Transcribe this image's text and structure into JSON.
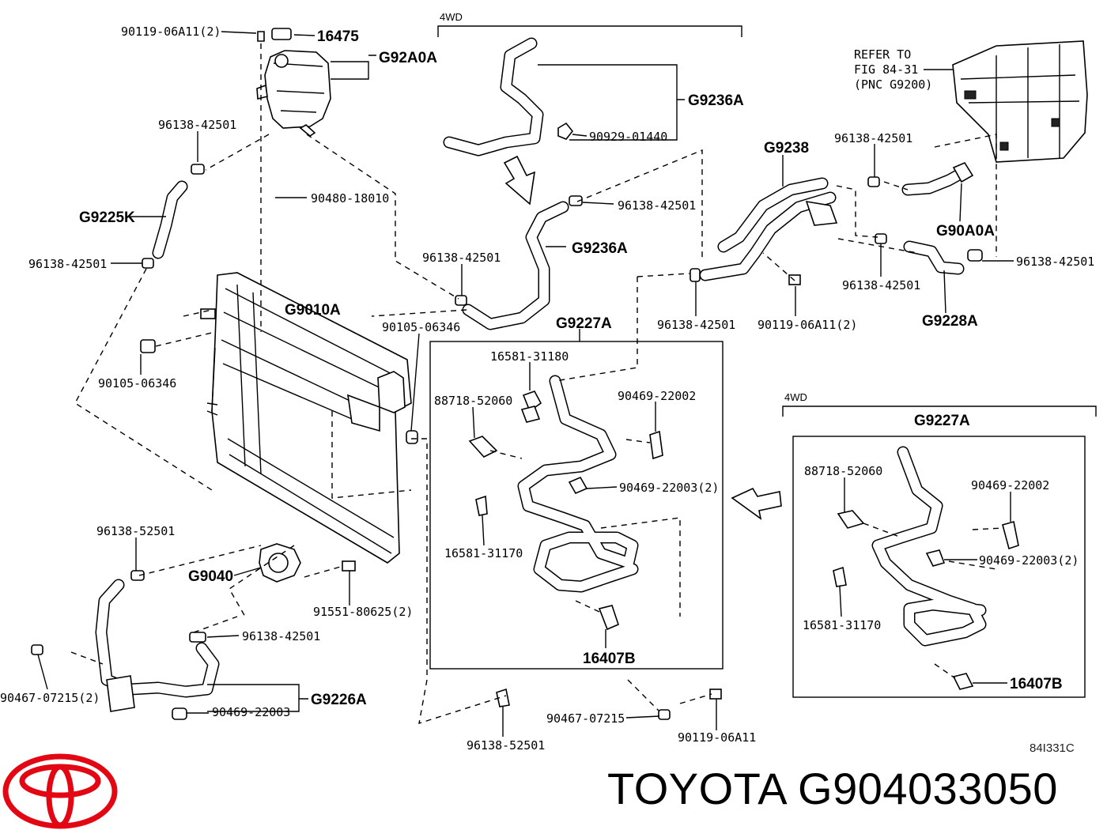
{
  "brand": {
    "title": "TOYOTA G904033050",
    "figure_code": "84I331C"
  },
  "sections": {
    "fourwd_top": "4WD",
    "fourwd_right": "4WD"
  },
  "labels": {
    "p90119_06A11_2_top": "90119-06A11(2)",
    "p16475": "16475",
    "pG92A0A": "G92A0A",
    "p96138_42501_a": "96138-42501",
    "p90480_18010": "90480-18010",
    "pG9225K": "G9225K",
    "p96138_42501_b": "96138-42501",
    "pG9010A": "G9010A",
    "p90105_06346_a": "90105-06346",
    "p90105_06346_b": "90105-06346",
    "pG9236A_a": "G9236A",
    "p90929_01440": "90929-01440",
    "p96138_42501_c": "96138-42501",
    "pG9236A_b": "G9236A",
    "p96138_42501_d": "96138-42501",
    "pG9227A_main": "G9227A",
    "p16581_31180": "16581-31180",
    "p88718_52060_a": "88718-52060",
    "p90469_22002_a": "90469-22002",
    "p90469_22003_2_a": "90469-22003(2)",
    "p16581_31170_a": "16581-31170",
    "p16407B_a": "16407B",
    "pG9238": "G9238",
    "p96138_42501_e": "96138-42501",
    "refer_line1": "REFER TO",
    "refer_line2": "FIG 84-31",
    "refer_line3": "(PNC G9200)",
    "pG90A0A": "G90A0A",
    "p96138_42501_f": "96138-42501",
    "p96138_42501_g": "96138-42501",
    "p96138_42501_h": "96138-42501",
    "p90119_06A11_2_mid": "90119-06A11(2)",
    "pG9228A": "G9228A",
    "pG9227A_4wd": "G9227A",
    "p88718_52060_b": "88718-52060",
    "p90469_22002_b": "90469-22002",
    "p90469_22003_2_b": "90469-22003(2)",
    "p16581_31170_b": "16581-31170",
    "p16407B_b": "16407B",
    "p96138_52501_a": "96138-52501",
    "pG9040": "G9040",
    "p91551_80625_2": "91551-80625(2)",
    "p96138_42501_i": "96138-42501",
    "p90467_07215_2": "90467-07215(2)",
    "pG9226A": "G9226A",
    "p90469_22003": "90469-22003",
    "p96138_52501_b": "96138-52501",
    "p90467_07215": "90467-07215",
    "p90119_06A11": "90119-06A11"
  },
  "colors": {
    "logo_red": "#e30613",
    "ink": "#000000"
  },
  "icons": {
    "logo": "toyota-logo-icon"
  }
}
